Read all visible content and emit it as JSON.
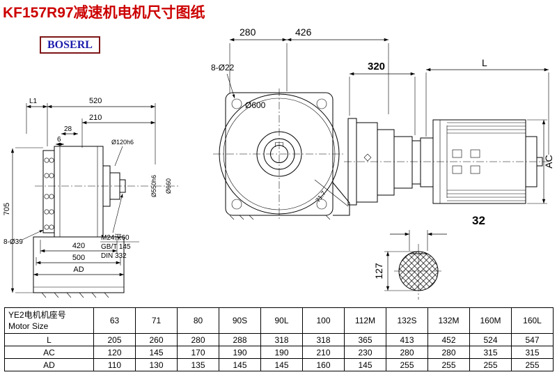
{
  "title": "KF157R97减速机电机尺寸图纸",
  "logo": "BOSERL",
  "colors": {
    "title": "#cc0000",
    "logo_text": "#1c1cae",
    "logo_border": "#7d1416",
    "line": "#000000",
    "background": "#ffffff"
  },
  "drawing": {
    "dims": {
      "front_width": "280",
      "front_width2": "426",
      "front_holes": "8-Ø22",
      "front_flange_dia": "Ø600",
      "angle_dim": "71.7",
      "reducer_length": "320",
      "motor_length": "L",
      "motor_height": "AC",
      "shaft_flat_width": "32",
      "shaft_height": "127",
      "left_l1": "L1",
      "left_520": "520",
      "left_210": "210",
      "left_28": "28",
      "left_6": "6",
      "left_shaft_dia": "Ø120h6",
      "left_spigot_dia": "Ø550h6",
      "left_flange_dia": "Ø660",
      "left_height": "705",
      "left_holes": "8-Ø39",
      "left_420": "420",
      "left_500": "500",
      "left_ad": "AD"
    },
    "notes": {
      "tap": "M24深60",
      "gb": "GB/T 145",
      "din": "DIN 332"
    }
  },
  "table": {
    "header_cn": "YE2电机机座号",
    "header_en": "Motor Size",
    "columns": [
      "63",
      "71",
      "80",
      "90S",
      "90L",
      "100",
      "112M",
      "132S",
      "132M",
      "160M",
      "160L"
    ],
    "rows": [
      {
        "label": "L",
        "values": [
          "205",
          "260",
          "280",
          "288",
          "318",
          "318",
          "365",
          "413",
          "452",
          "524",
          "547"
        ]
      },
      {
        "label": "AC",
        "values": [
          "120",
          "145",
          "170",
          "190",
          "190",
          "210",
          "230",
          "280",
          "280",
          "315",
          "315"
        ]
      },
      {
        "label": "AD",
        "values": [
          "110",
          "130",
          "135",
          "145",
          "145",
          "160",
          "145",
          "255",
          "255",
          "255",
          "255"
        ]
      }
    ]
  }
}
